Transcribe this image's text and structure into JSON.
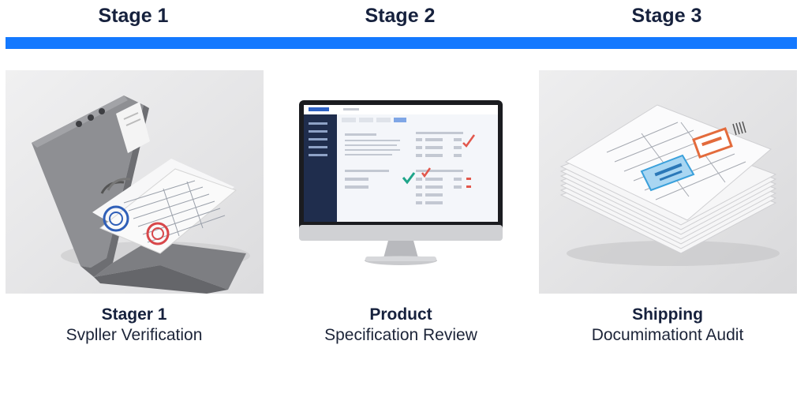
{
  "stages": [
    {
      "title": "Stage 1",
      "caption_title": "Stager 1",
      "caption_sub": "Svpller Verification",
      "icon": "binder-folder-icon"
    },
    {
      "title": "Stage 2",
      "caption_title": "Product",
      "caption_sub": "Specification Review",
      "icon": "monitor-icon"
    },
    {
      "title": "Stage 3",
      "caption_title": "Shipping",
      "caption_sub": "Documimationt Audit",
      "icon": "document-stack-icon"
    }
  ],
  "colors": {
    "progress_bar": "#1479ff",
    "title_text": "#16213d",
    "panel_background": "#e9e9ea"
  }
}
